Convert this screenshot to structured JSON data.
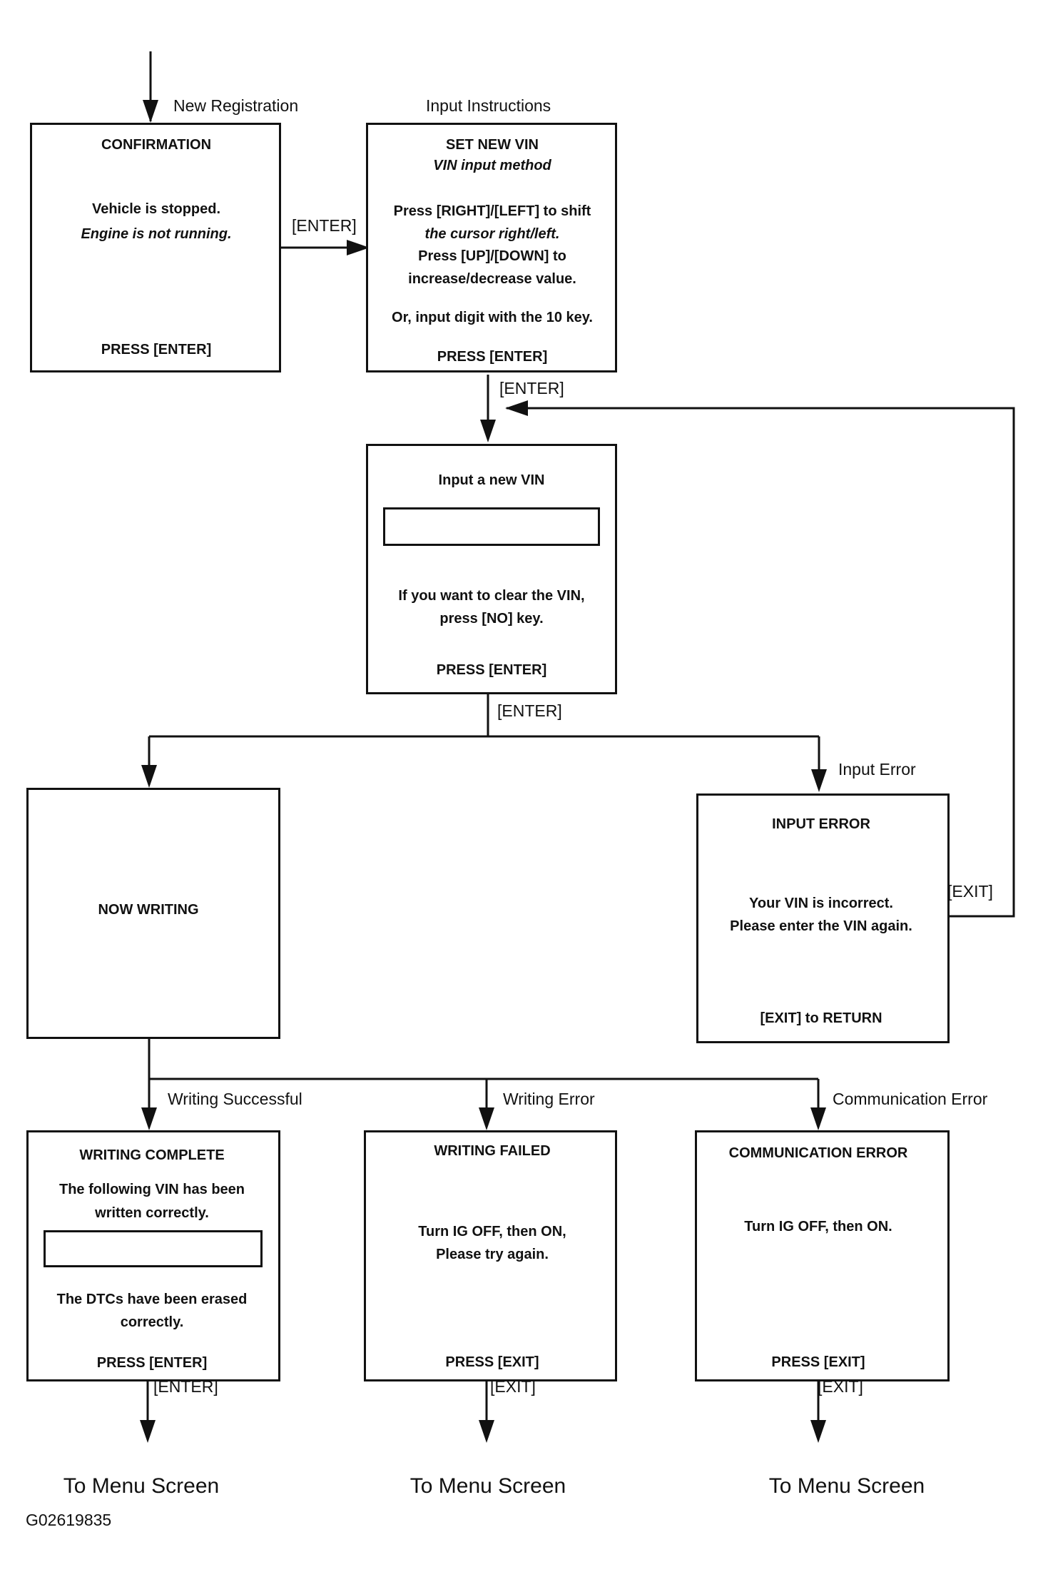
{
  "labels": {
    "new_registration": "New Registration",
    "input_instructions": "Input Instructions",
    "input_error": "Input Error",
    "writing_successful": "Writing Successful",
    "writing_error": "Writing Error",
    "communication_error": "Communication Error"
  },
  "keys": {
    "enter": "[ENTER]",
    "exit": "[EXIT]"
  },
  "confirmation": {
    "title": "CONFIRMATION",
    "line1": "Vehicle is stopped.",
    "line2": "Engine is not running.",
    "press": "PRESS [ENTER]"
  },
  "set_new_vin": {
    "title": "SET NEW VIN",
    "subtitle": "VIN input method",
    "line1": "Press [RIGHT]/[LEFT] to shift",
    "line2": "the cursor right/left.",
    "line3": "Press [UP]/[DOWN] to",
    "line4": "increase/decrease value.",
    "line5": "Or, input digit with the 10 key.",
    "press": "PRESS [ENTER]"
  },
  "input_vin": {
    "title": "Input a new VIN",
    "line1": "If you want to clear the VIN,",
    "line2": "press [NO] key.",
    "press": "PRESS [ENTER]"
  },
  "now_writing": {
    "title": "NOW WRITING"
  },
  "input_error_box": {
    "title": "INPUT ERROR",
    "line1": "Your VIN is incorrect.",
    "line2": "Please enter the VIN again.",
    "press": "[EXIT] to RETURN"
  },
  "writing_complete": {
    "title": "WRITING COMPLETE",
    "line1": "The following VIN has been",
    "line2": "written correctly.",
    "line3": "The DTCs have been erased",
    "line4": "correctly.",
    "press": "PRESS [ENTER]"
  },
  "writing_failed": {
    "title": "WRITING FAILED",
    "line1": "Turn IG OFF, then ON,",
    "line2": "Please try again.",
    "press": "PRESS [EXIT]"
  },
  "communication_error_box": {
    "title": "COMMUNICATION ERROR",
    "line1": "Turn IG OFF, then ON.",
    "press": "PRESS [EXIT]"
  },
  "to_menu_screen": "To Menu Screen",
  "figure_id": "G02619835"
}
